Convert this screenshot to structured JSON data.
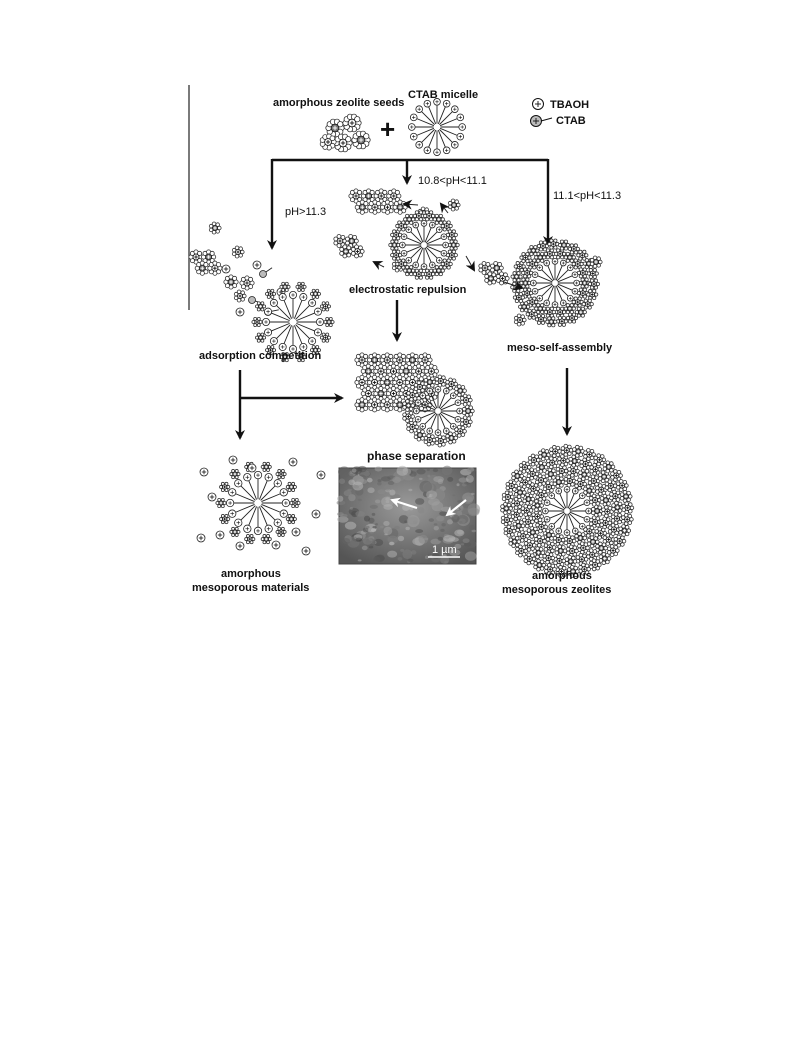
{
  "header": {
    "seeds_label": "amorphous zeolite seeds",
    "micelle_label": "CTAB micelle",
    "combine_sign": "+"
  },
  "legend": {
    "items": [
      {
        "label": "TBAOH",
        "icon": "plus-circle-icon"
      },
      {
        "label": "CTAB",
        "icon": "surfactant-icon"
      }
    ]
  },
  "conditions": {
    "left": "pH>11.3",
    "center": "10.8<pH<11.1",
    "right": "11.1<pH<11.3"
  },
  "stages": {
    "electrostatic": "electrostatic repulsion",
    "adsorption": "adsorption competition",
    "self_assembly": "meso-self-assembly",
    "phase_separation": "phase separation"
  },
  "products": {
    "left_line1": "amorphous",
    "left_line2": "mesoporous materials",
    "right_line1": "amorphous",
    "right_line2": "mesoporous zeolites"
  },
  "micrograph": {
    "scale_bar": "1 µm"
  }
}
